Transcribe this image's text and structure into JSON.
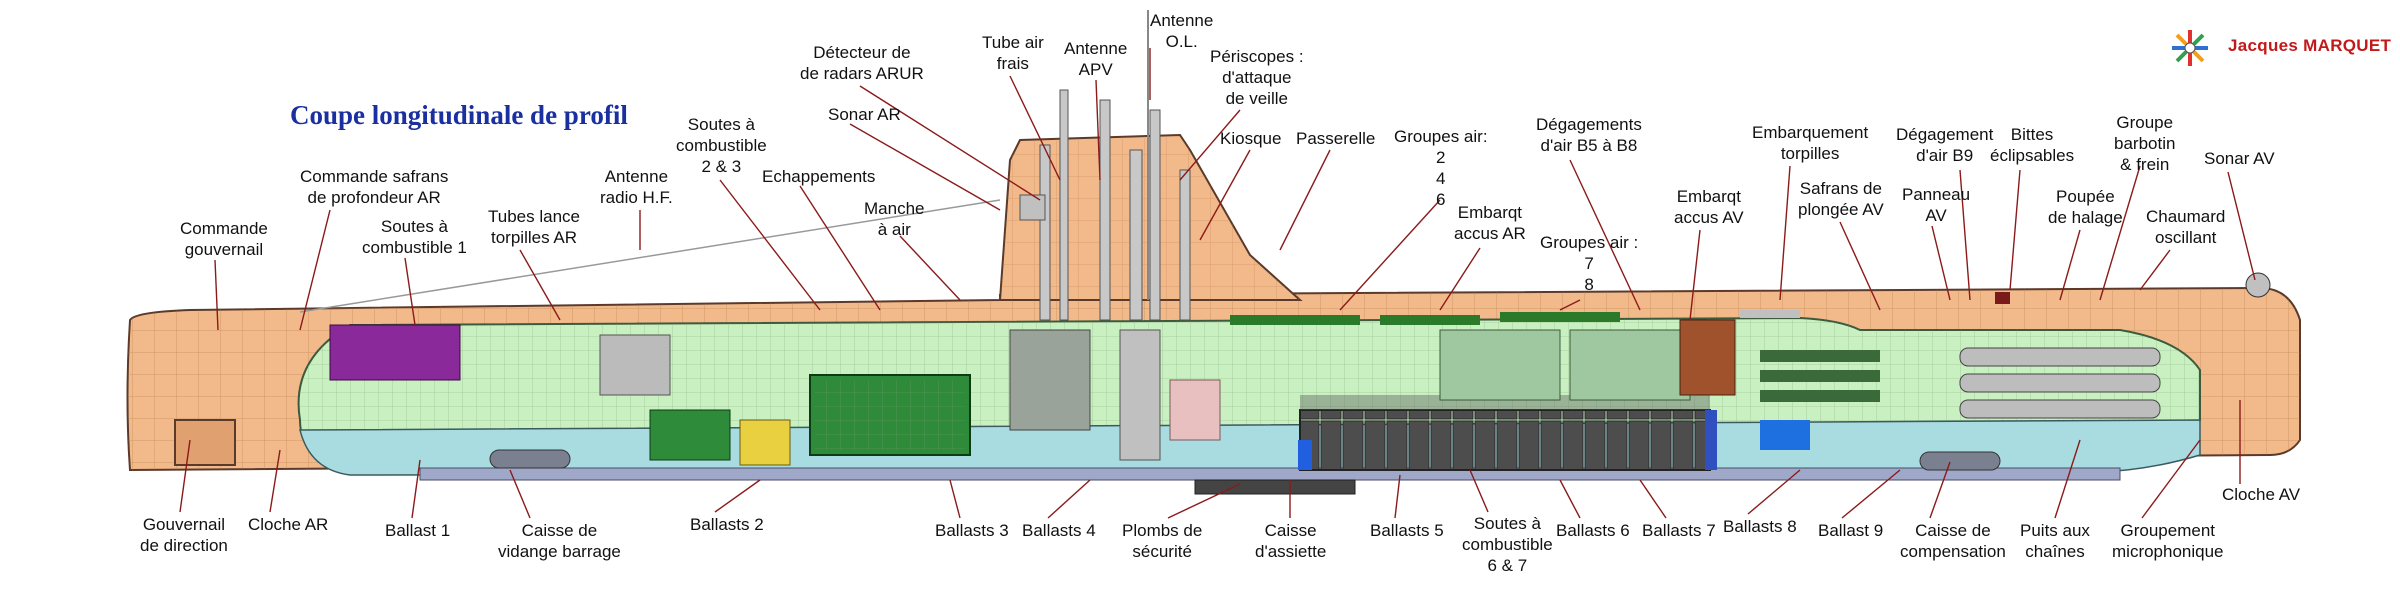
{
  "title": "Coupe longitudinale de profil",
  "brand": "Jacques MARQUET",
  "colors": {
    "hull": "#f2b98a",
    "interior": "#c8f0c0",
    "ballast": "#a8dce0",
    "keel": "#9fa8c8",
    "batteries": "#555555",
    "diesel": "#2e8b3a",
    "leader": "#8b1a1a",
    "title": "#1a2fa0",
    "brand": "#c21a1a"
  },
  "labels": [
    {
      "id": "gouvernail-direction",
      "lines": [
        "Gouvernail",
        "de direction"
      ]
    },
    {
      "id": "cloche-ar",
      "lines": [
        "Cloche AR"
      ]
    },
    {
      "id": "ballast-1",
      "lines": [
        "Ballast 1"
      ]
    },
    {
      "id": "caisse-vidange",
      "lines": [
        "Caisse de",
        "vidange barrage"
      ]
    },
    {
      "id": "ballasts-2",
      "lines": [
        "Ballasts 2"
      ]
    },
    {
      "id": "ballasts-3",
      "lines": [
        "Ballasts 3"
      ]
    },
    {
      "id": "ballasts-4",
      "lines": [
        "Ballasts 4"
      ]
    },
    {
      "id": "plombs-securite",
      "lines": [
        "Plombs de",
        "sécurité"
      ]
    },
    {
      "id": "caisse-assiette",
      "lines": [
        "Caisse",
        "d'assiette"
      ]
    },
    {
      "id": "ballasts-5",
      "lines": [
        "Ballasts 5"
      ]
    },
    {
      "id": "soutes-6-7",
      "lines": [
        "Soutes à",
        "combustible",
        "6 & 7"
      ]
    },
    {
      "id": "ballasts-6",
      "lines": [
        "Ballasts 6"
      ]
    },
    {
      "id": "ballasts-7",
      "lines": [
        "Ballasts 7"
      ]
    },
    {
      "id": "ballasts-8",
      "lines": [
        "Ballasts 8"
      ]
    },
    {
      "id": "ballast-9",
      "lines": [
        "Ballast 9"
      ]
    },
    {
      "id": "caisse-compensation",
      "lines": [
        "Caisse de",
        "compensation"
      ]
    },
    {
      "id": "puits-chaines",
      "lines": [
        "Puits aux",
        "chaînes"
      ]
    },
    {
      "id": "groupement-micro",
      "lines": [
        "Groupement",
        "microphonique"
      ]
    },
    {
      "id": "cloche-av",
      "lines": [
        "Cloche AV"
      ]
    },
    {
      "id": "commande-gouvernail",
      "lines": [
        "Commande",
        "gouvernail"
      ]
    },
    {
      "id": "commande-safrans",
      "lines": [
        "Commande safrans",
        "de profondeur AR"
      ]
    },
    {
      "id": "soutes-1",
      "lines": [
        "Soutes à",
        "combustible 1"
      ]
    },
    {
      "id": "tubes-lance-torpilles",
      "lines": [
        "Tubes lance",
        "torpilles AR"
      ]
    },
    {
      "id": "antenne-radio",
      "lines": [
        "Antenne",
        "radio H.F."
      ]
    },
    {
      "id": "soutes-2-3",
      "lines": [
        "Soutes à",
        "combustible",
        "2 & 3"
      ]
    },
    {
      "id": "echappements",
      "lines": [
        "Echappements"
      ]
    },
    {
      "id": "sonar-ar",
      "lines": [
        "Sonar AR"
      ]
    },
    {
      "id": "manche-air",
      "lines": [
        "Manche",
        "à air"
      ]
    },
    {
      "id": "detecteur-radars",
      "lines": [
        "Détecteur de",
        "de radars ARUR"
      ]
    },
    {
      "id": "tube-air-frais",
      "lines": [
        "Tube air",
        "frais"
      ]
    },
    {
      "id": "antenne-apv",
      "lines": [
        "Antenne",
        "APV"
      ]
    },
    {
      "id": "antenne-ol",
      "lines": [
        "Antenne",
        "O.L."
      ]
    },
    {
      "id": "periscopes",
      "lines": [
        "Périscopes :",
        "d'attaque",
        "de veille"
      ]
    },
    {
      "id": "kiosque",
      "lines": [
        "Kiosque"
      ]
    },
    {
      "id": "passerelle",
      "lines": [
        "Passerelle"
      ]
    },
    {
      "id": "groupes-air-2-4-6",
      "lines": [
        "Groupes air:",
        "2",
        "4",
        "6"
      ]
    },
    {
      "id": "embarqt-accus-ar",
      "lines": [
        "Embarqt",
        "accus AR"
      ]
    },
    {
      "id": "degagements-air",
      "lines": [
        "Dégagements",
        "d'air B5 à B8"
      ]
    },
    {
      "id": "groupes-air-7-8",
      "lines": [
        "Groupes air :",
        "7",
        "8"
      ]
    },
    {
      "id": "embarqt-accus-av",
      "lines": [
        "Embarqt",
        "accus AV"
      ]
    },
    {
      "id": "embarquement-torpilles",
      "lines": [
        "Embarquement",
        "torpilles"
      ]
    },
    {
      "id": "safrans-plongee",
      "lines": [
        "Safrans de",
        "plongée AV"
      ]
    },
    {
      "id": "degagement-b9",
      "lines": [
        "Dégagement",
        "d'air B9"
      ]
    },
    {
      "id": "panneau-av",
      "lines": [
        "Panneau",
        "AV"
      ]
    },
    {
      "id": "bittes",
      "lines": [
        "Bittes",
        "éclipsables"
      ]
    },
    {
      "id": "poupee-halage",
      "lines": [
        "Poupée",
        "de halage"
      ]
    },
    {
      "id": "groupe-barbotin",
      "lines": [
        "Groupe",
        "barbotin",
        "& frein"
      ]
    },
    {
      "id": "chaumard",
      "lines": [
        "Chaumard",
        "oscillant"
      ]
    },
    {
      "id": "sonar-av",
      "lines": [
        "Sonar AV"
      ]
    }
  ]
}
